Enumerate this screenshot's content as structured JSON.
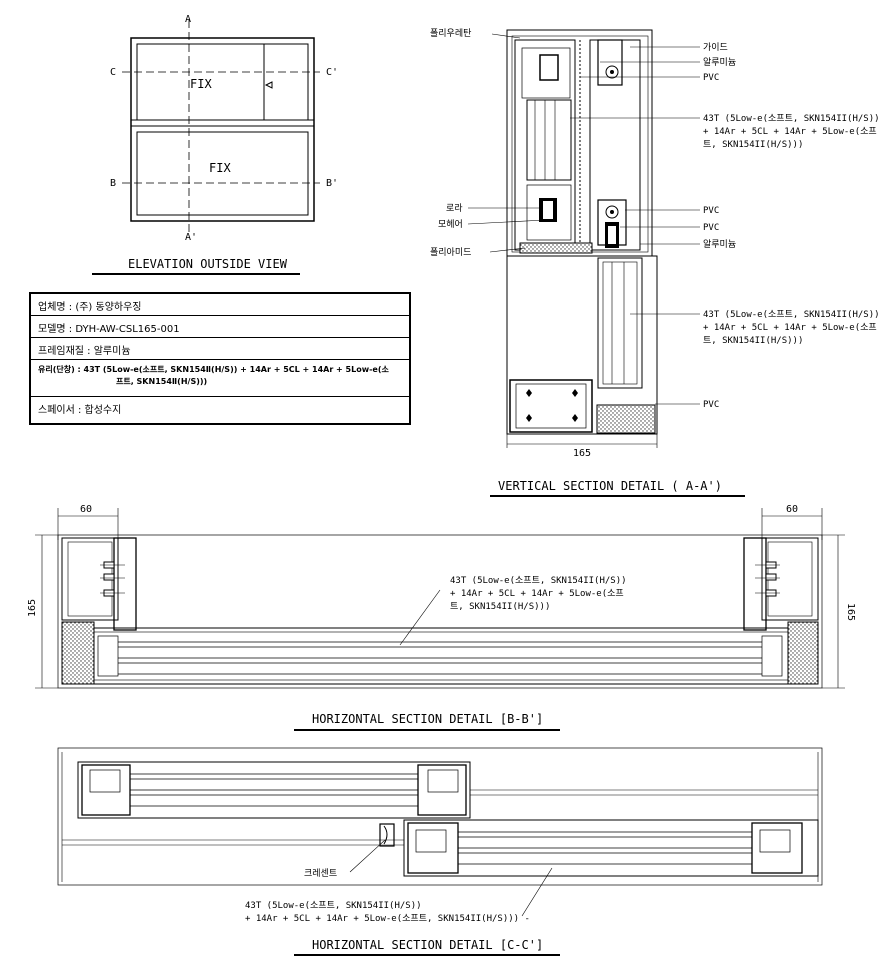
{
  "elevation": {
    "title": "ELEVATION OUTSIDE VIEW",
    "panels": [
      "FIX",
      "FIX"
    ],
    "section_marks": [
      "A",
      "A'",
      "B",
      "B'",
      "C",
      "C'"
    ]
  },
  "info": {
    "company": "업체명 : (주) 동양하우징",
    "model": "모델명 : DYH-AW-CSL165-001",
    "frame": "프레임재질 : 알루미늄",
    "glass_line1": "유리(단창) : 43T (5Low-e(소프트, SKN154Ⅱ(H/S)) + 14Ar + 5CL + 14Ar + 5Low-e(소",
    "glass_line2": "프트, SKN154Ⅱ(H/S)))",
    "spacer": "스페이서 : 합성수지"
  },
  "vertical": {
    "title": "VERTICAL SECTION DETAIL   ( A-A')",
    "labels_left": [
      "폴리우레탄",
      "로라",
      "모헤어",
      "폴리아미드"
    ],
    "labels_right": [
      "가이드",
      "알루미늄",
      "PVC",
      "PVC",
      "PVC",
      "알루미늄",
      "PVC"
    ],
    "glass_note_1": [
      "43T (5Low-e(소프트, SKN154II(H/S))",
      "+ 14Ar + 5CL + 14Ar + 5Low-e(소프",
      "트, SKN154II(H/S)))"
    ],
    "glass_note_2": [
      "43T (5Low-e(소프트, SKN154II(H/S))",
      "+ 14Ar + 5CL + 14Ar + 5Low-e(소프",
      "트, SKN154II(H/S)))"
    ],
    "dim": "165"
  },
  "horizontal_b": {
    "title": "HORIZONTAL SECTION DETAIL [B-B']",
    "dim_left": "60",
    "dim_right": "60",
    "dim_height_left": "165",
    "dim_height_right": "165",
    "glass_note": [
      "43T (5Low-e(소프트, SKN154II(H/S))",
      "+ 14Ar + 5CL + 14Ar + 5Low-e(소프",
      "트, SKN154II(H/S)))"
    ]
  },
  "horizontal_c": {
    "title": "HORIZONTAL SECTION DETAIL [C-C']",
    "crescent": "크레센트",
    "glass_note": [
      "43T (5Low-e(소프트, SKN154II(H/S))",
      "+ 14Ar + 5CL + 14Ar + 5Low-e(소프트, SKN154II(H/S))) -"
    ]
  }
}
